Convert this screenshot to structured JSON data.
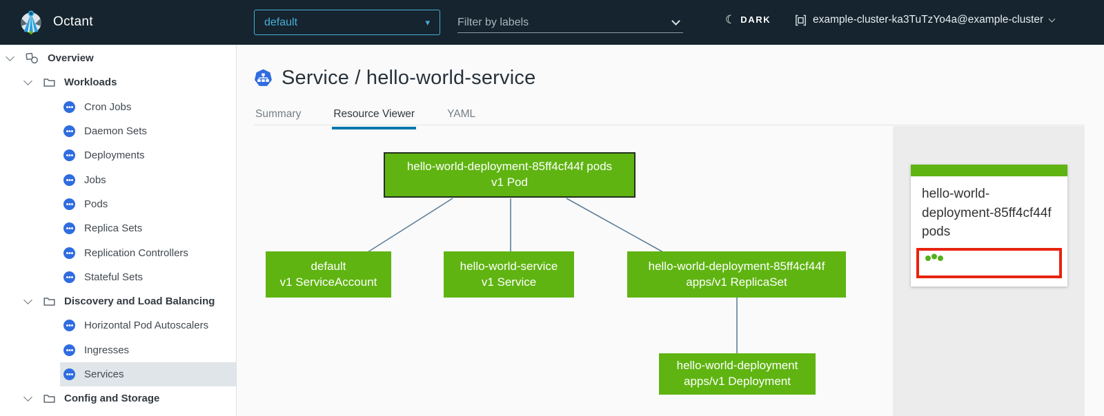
{
  "header": {
    "app_title": "Octant",
    "namespace_selector": {
      "value": "default"
    },
    "filter": {
      "placeholder": "Filter by labels"
    },
    "theme_toggle": {
      "label": "DARK"
    },
    "cluster_selector": {
      "value": "example-cluster-ka3TuTzYo4a@example-cluster"
    }
  },
  "sidebar": {
    "items": [
      {
        "label": "Overview"
      },
      {
        "label": "Workloads"
      },
      {
        "label": "Cron Jobs"
      },
      {
        "label": "Daemon Sets"
      },
      {
        "label": "Deployments"
      },
      {
        "label": "Jobs"
      },
      {
        "label": "Pods"
      },
      {
        "label": "Replica Sets"
      },
      {
        "label": "Replication Controllers"
      },
      {
        "label": "Stateful Sets"
      },
      {
        "label": "Discovery and Load Balancing"
      },
      {
        "label": "Horizontal Pod Autoscalers"
      },
      {
        "label": "Ingresses"
      },
      {
        "label": "Services",
        "selected": true
      },
      {
        "label": "Config and Storage"
      }
    ]
  },
  "main": {
    "title": "Service / hello-world-service",
    "tabs": [
      {
        "label": "Summary",
        "active": false
      },
      {
        "label": "Resource Viewer",
        "active": true
      },
      {
        "label": "YAML",
        "active": false
      }
    ]
  },
  "graph": {
    "nodes": [
      {
        "id": "pod",
        "line1": "hello-world-deployment-85ff4cf44f pods",
        "line2": "v1 Pod",
        "selected": true
      },
      {
        "id": "serviceaccount",
        "line1": "default",
        "line2": "v1 ServiceAccount",
        "selected": false
      },
      {
        "id": "service",
        "line1": "hello-world-service",
        "line2": "v1 Service",
        "selected": false
      },
      {
        "id": "replicaset",
        "line1": "hello-world-deployment-85ff4cf44f",
        "line2": "apps/v1 ReplicaSet",
        "selected": false
      },
      {
        "id": "deployment",
        "line1": "hello-world-deployment",
        "line2": "apps/v1 Deployment",
        "selected": false
      }
    ],
    "edges": [
      {
        "from": "pod",
        "to": "serviceaccount"
      },
      {
        "from": "pod",
        "to": "service"
      },
      {
        "from": "pod",
        "to": "replicaset"
      },
      {
        "from": "replicaset",
        "to": "deployment"
      }
    ]
  },
  "detail_panel": {
    "card": {
      "title": "hello-world-deployment-85ff4cf44f pods",
      "status_dots": 3
    }
  },
  "colors": {
    "header_bg": "#15242e",
    "accent_blue": "#49afd9",
    "tab_underline": "#0079ad",
    "node_green": "#5fb411",
    "selected_node_border": "#22301f",
    "status_red": "#e8230d",
    "status_dot_green": "#53b01c",
    "icon_blue": "#2f6ce0",
    "edge_line": "#5c7f9b",
    "sidebar_highlight": "#dfe5e9",
    "panel_gray": "#ececec"
  }
}
